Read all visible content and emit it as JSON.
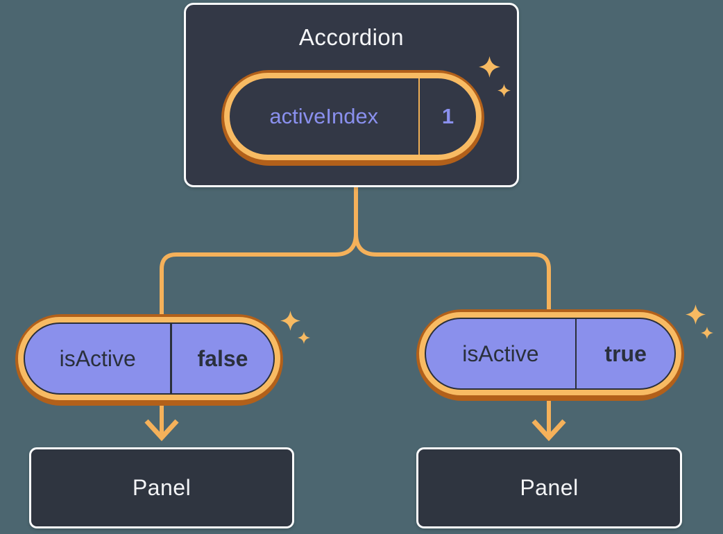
{
  "diagram": {
    "root": {
      "title": "Accordion",
      "prop": {
        "name": "activeIndex",
        "value": "1"
      }
    },
    "children": [
      {
        "prop": {
          "name": "isActive",
          "value": "false"
        },
        "panel_label": "Panel"
      },
      {
        "prop": {
          "name": "isActive",
          "value": "true"
        },
        "panel_label": "Panel"
      }
    ]
  },
  "colors": {
    "background": "#4C6670",
    "box_fill": "#333846",
    "panel_fill": "#2F3540",
    "box_border": "#FBFCFD",
    "pill_purple_fill": "#8A90EC",
    "pill_dark_fill": "#333846",
    "purple_text": "#8A90EE",
    "dark_text": "#2A303C",
    "light_text": "#F5F6F8",
    "highlight_ring_outer": "#B2601A",
    "highlight_ring_inner": "#F8BB63",
    "connector_line": "#F5B15A",
    "sparkle": "#F7BA62"
  },
  "icons": {
    "sparkle": "sparkle-icon"
  }
}
